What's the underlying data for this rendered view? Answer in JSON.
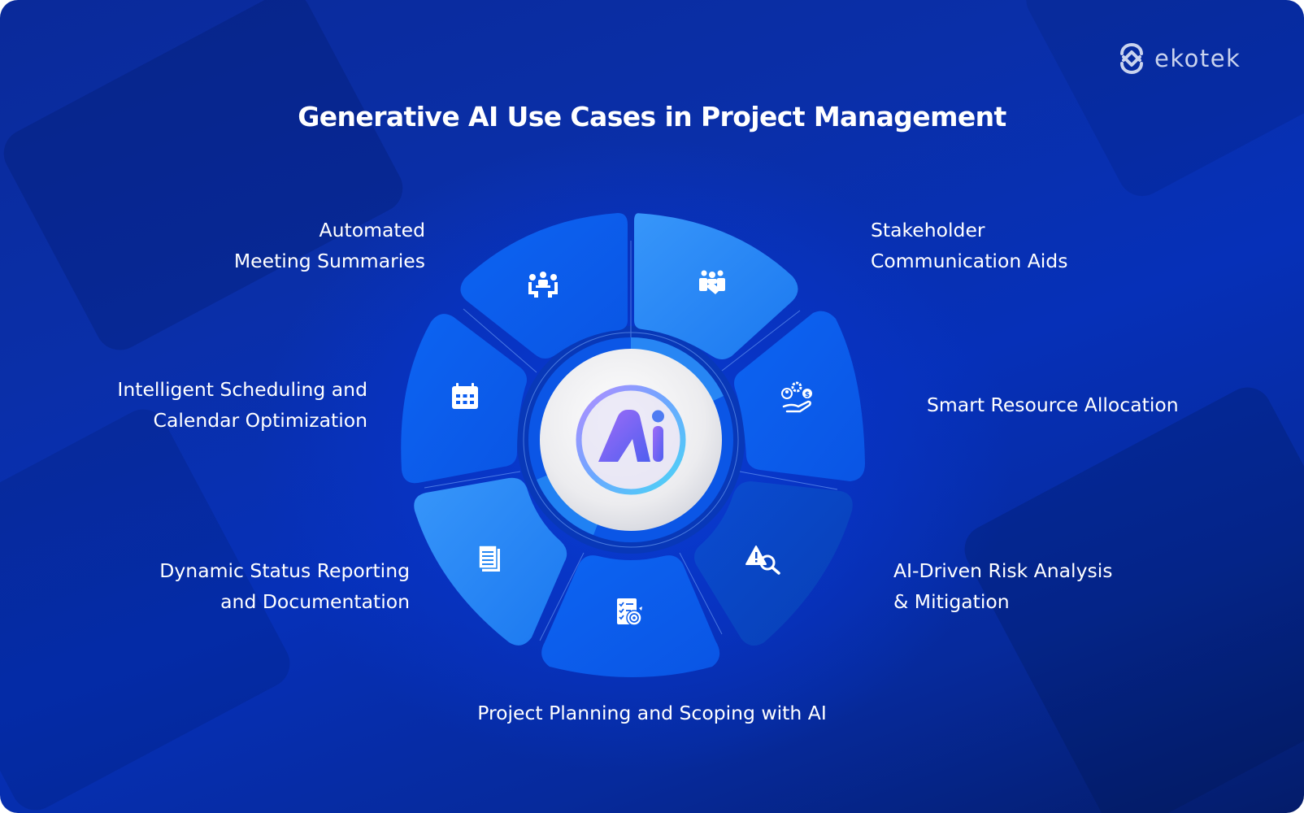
{
  "brand": {
    "name": "ekotek",
    "icon": "ekotek-logo-icon"
  },
  "title": "Generative AI Use Cases in Project Management",
  "center": {
    "label": "Ai",
    "icon": "ai-badge-icon"
  },
  "use_cases": [
    {
      "id": "stakeholder",
      "lines": [
        "Stakeholder",
        "Communication Aids"
      ],
      "icon": "handshake-group-icon",
      "color": "#2a8cf5"
    },
    {
      "id": "resource",
      "lines": [
        "Smart Resource Allocation"
      ],
      "icon": "resource-hand-icon",
      "color": "#0f62ee"
    },
    {
      "id": "risk",
      "lines": [
        "AI-Driven Risk Analysis",
        "& Mitigation"
      ],
      "icon": "risk-search-icon",
      "color": "#0a49c8"
    },
    {
      "id": "planning",
      "lines": [
        "Project Planning and Scoping with AI"
      ],
      "icon": "plan-target-icon",
      "color": "#0e5fee"
    },
    {
      "id": "status",
      "lines": [
        "Dynamic Status Reporting",
        "and Documentation"
      ],
      "icon": "documents-icon",
      "color": "#2588f4"
    },
    {
      "id": "scheduling",
      "lines": [
        "Intelligent Scheduling and",
        "Calendar Optimization"
      ],
      "icon": "calendar-icon",
      "color": "#0b5cf0"
    },
    {
      "id": "meeting",
      "lines": [
        "Automated",
        "Meeting Summaries"
      ],
      "icon": "meeting-table-icon",
      "color": "#0a5ef0"
    }
  ],
  "colors": {
    "background_dark": "#041c6a",
    "background_mid": "#0630b8",
    "ring_dark": "#0840c8",
    "inner_ring": "#0b56e6",
    "center_disc": "#ececef",
    "ai_gradient_start": "#8b5cf6",
    "ai_gradient_end": "#3b82f6"
  }
}
